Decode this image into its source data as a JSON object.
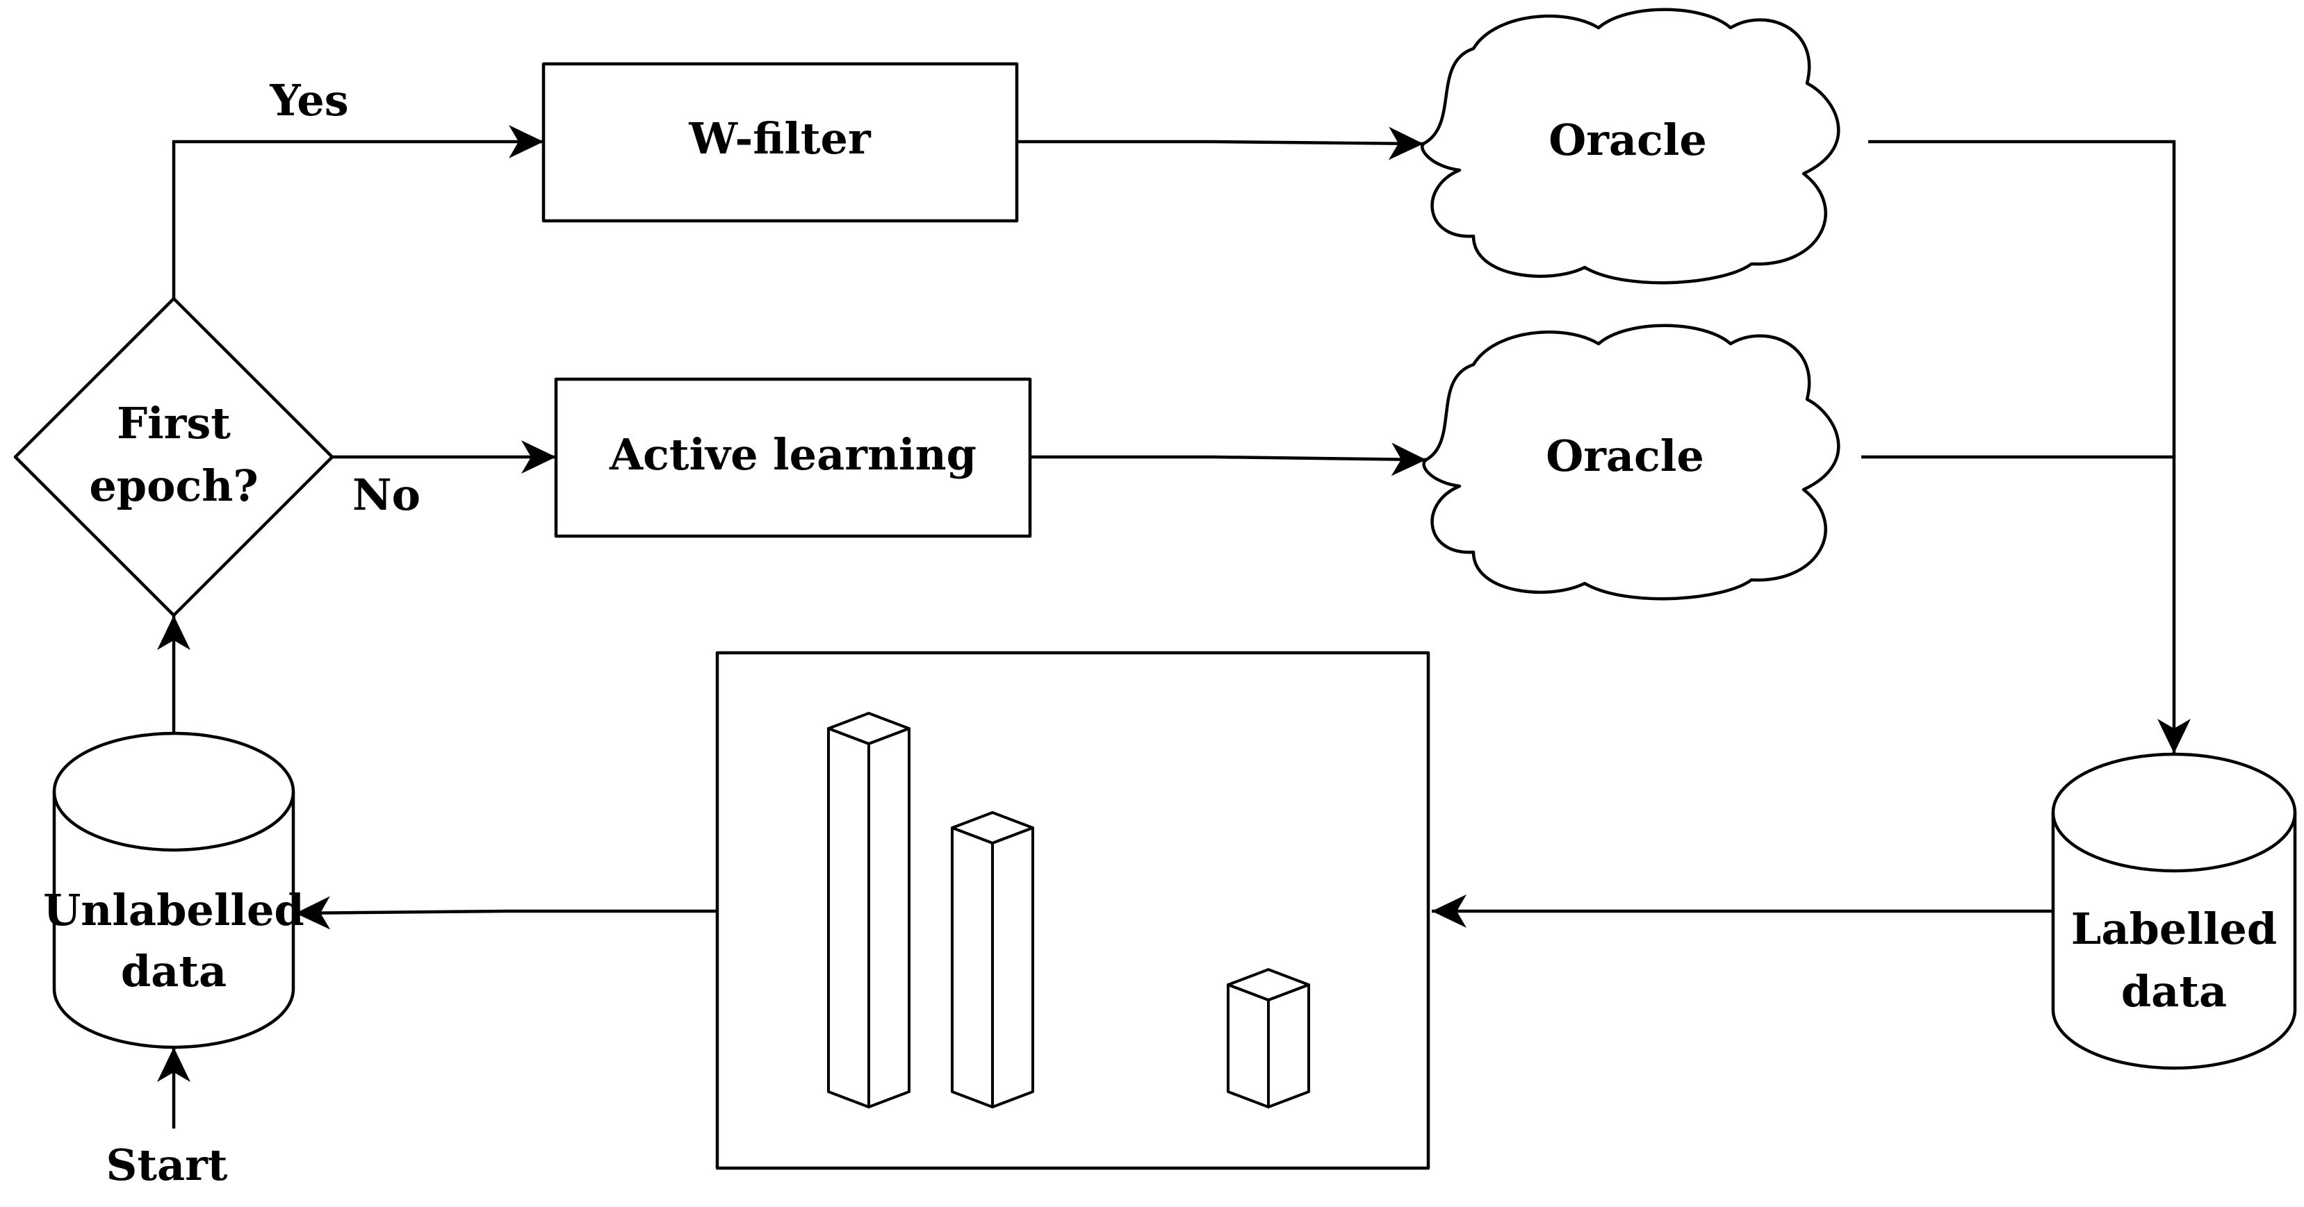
{
  "nodes": {
    "w_filter": "W-filter",
    "oracle_top": "Oracle",
    "decision_line1": "First",
    "decision_line2": "epoch?",
    "active_learning": "Active learning",
    "oracle_bottom": "Oracle",
    "unlabelled_line1": "Unlabelled",
    "unlabelled_line2": "data",
    "labelled_line1": "Labelled",
    "labelled_line2": "data"
  },
  "edges": {
    "yes": "Yes",
    "no": "No",
    "start": "Start"
  },
  "colors": {
    "stroke": "#000000",
    "fill": "#ffffff"
  }
}
